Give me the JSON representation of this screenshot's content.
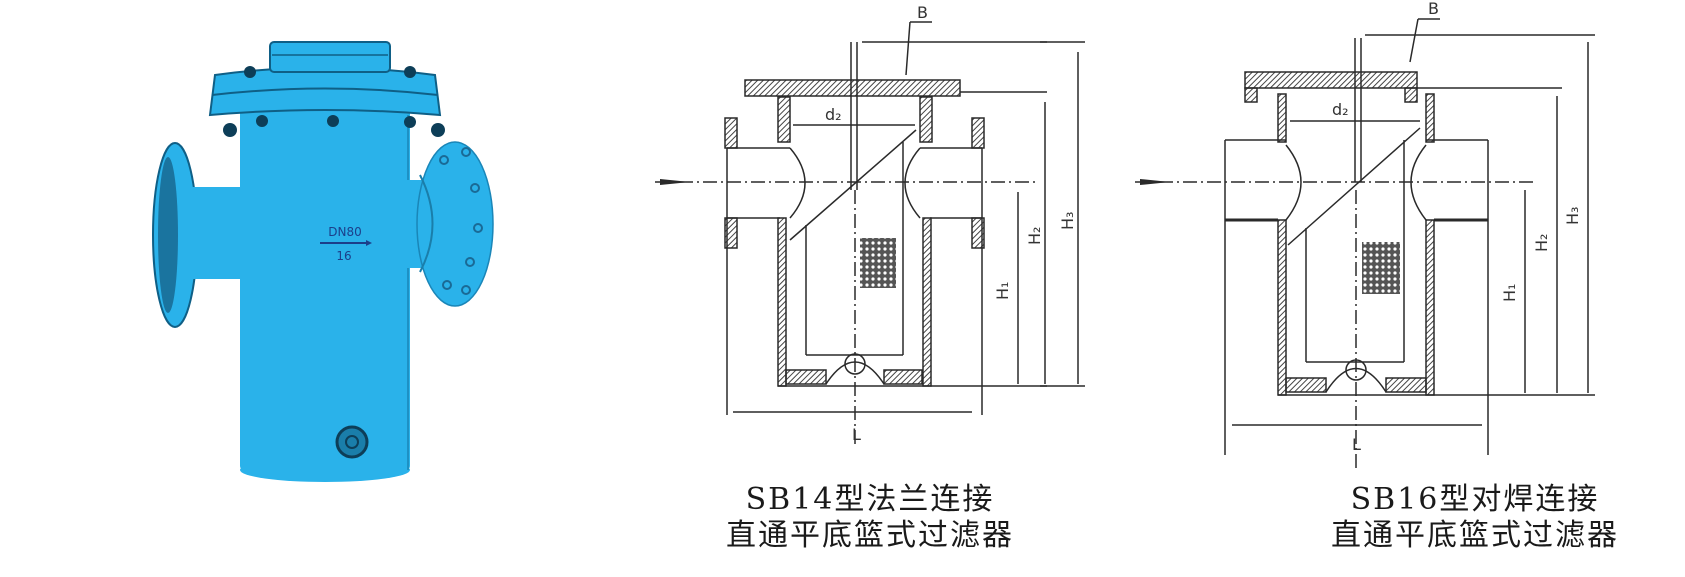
{
  "product_photo": {
    "body_color": "#2ab2ea",
    "shadow_color": "#0f5f86",
    "marking_size": "DN80",
    "marking_pressure": "16"
  },
  "drawings": [
    {
      "id": "sb14",
      "caption_line1": "SB14型法兰连接",
      "caption_line2": "直通平底篮式过滤器",
      "labels": {
        "b": "B",
        "d2": "d₂",
        "l": "L",
        "h1": "H₁",
        "h2": "H₂",
        "h3": "H₃"
      }
    },
    {
      "id": "sb16",
      "caption_line1": "SB16型对焊连接",
      "caption_line2": "直通平底篮式过滤器",
      "labels": {
        "b": "B",
        "d2": "d₂",
        "l": "L",
        "h1": "H₁",
        "h2": "H₂",
        "h3": "H₃"
      }
    }
  ],
  "colors": {
    "line": "#2a2a2a",
    "hatch": "#555555",
    "background": "#ffffff"
  }
}
